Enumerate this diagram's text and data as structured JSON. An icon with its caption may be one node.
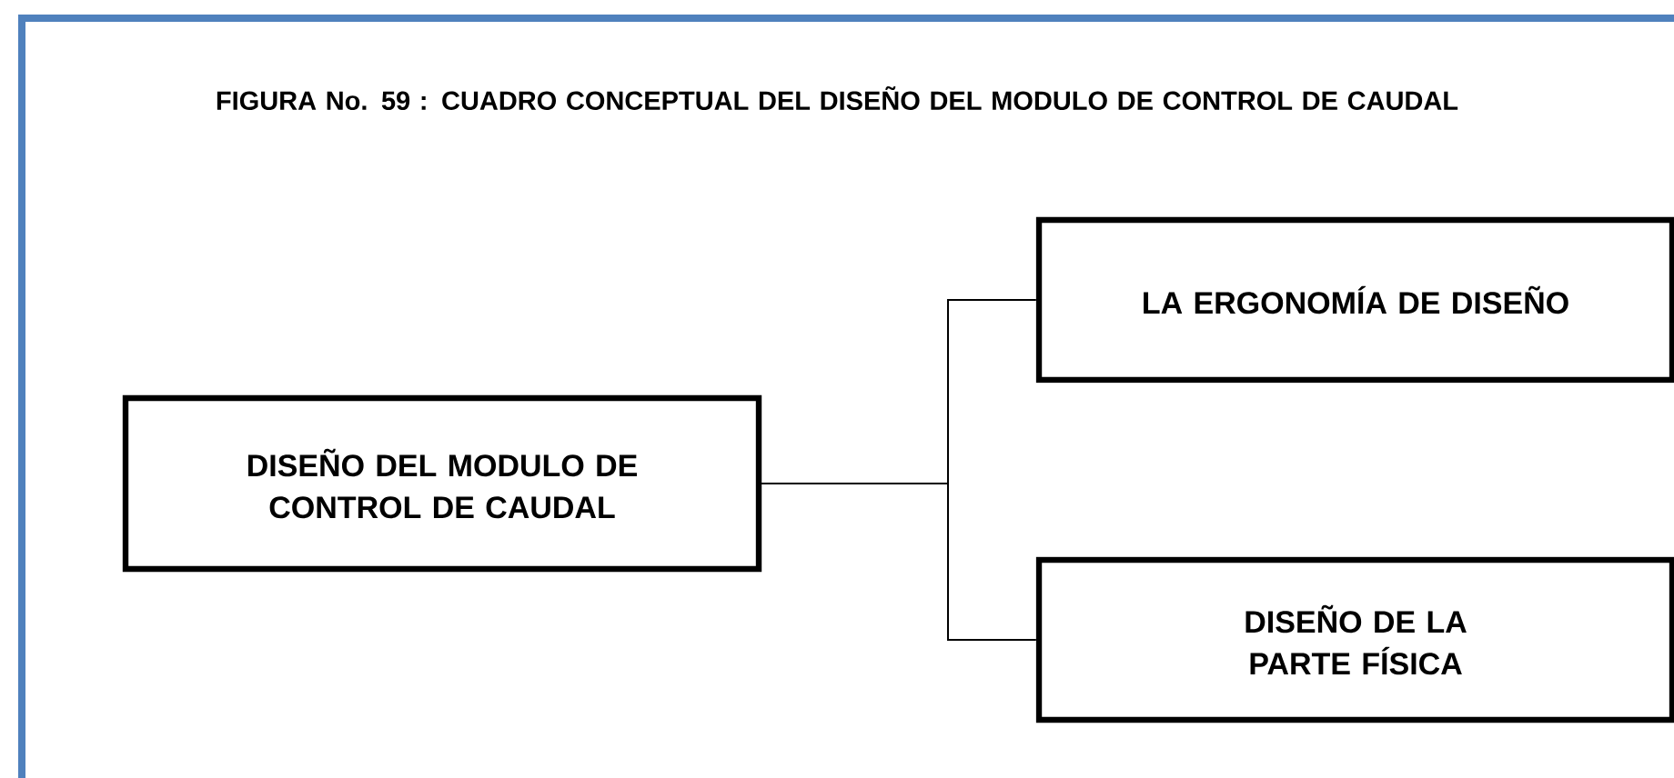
{
  "diagram": {
    "title": "FIGURA No. 59 : CUADRO CONCEPTUAL DEL DISEÑO DEL MODULO DE CONTROL DE CAUDAL",
    "nodes": [
      {
        "text": [
          "DISEÑO DEL MODULO DE CONTROL DE CAUDAL"
        ]
      },
      {
        "text": [
          "LA ERGONOMÍA DE DISEÑO"
        ]
      },
      {
        "text": [
          "DISEÑO DE LA PARTE FÍSICA"
        ]
      }
    ],
    "edges": [
      {
        "from": 0,
        "to": 1,
        "arrow": "none"
      },
      {
        "from": 0,
        "to": 2,
        "arrow": "none"
      }
    ]
  }
}
